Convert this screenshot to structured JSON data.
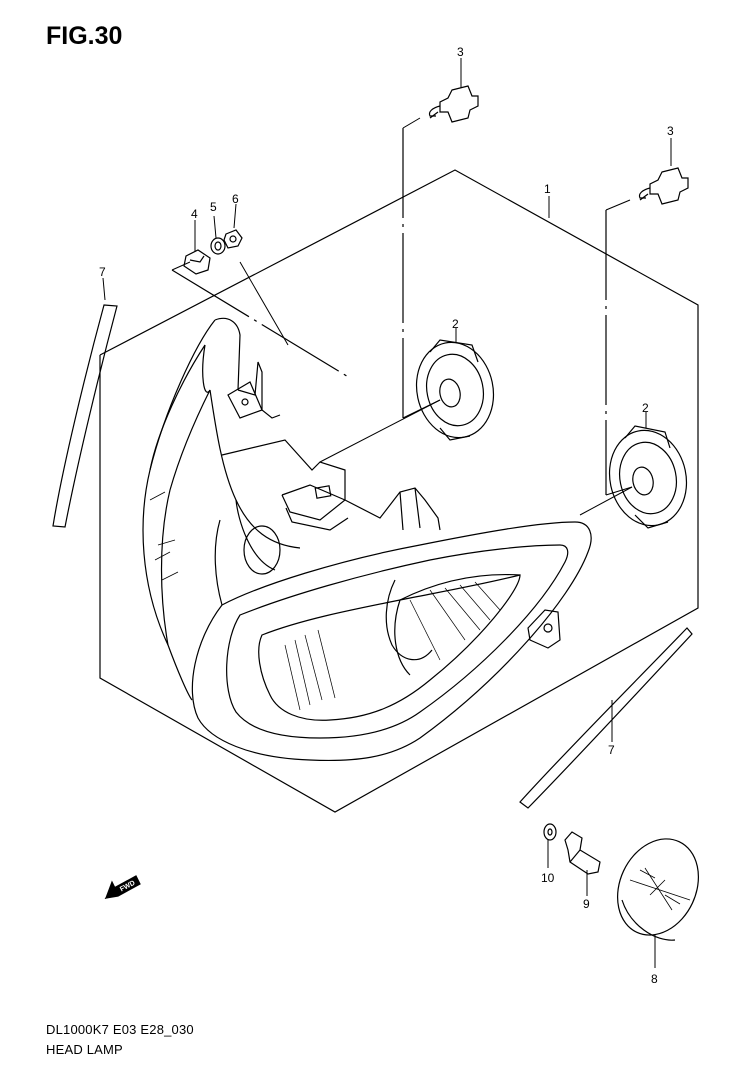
{
  "figure": {
    "title": "FIG.30",
    "code": "DL1000K7 E03 E28_030",
    "name": "HEAD LAMP",
    "fwd_label": "FWD"
  },
  "callouts": [
    {
      "id": "c1",
      "label": "1"
    },
    {
      "id": "c2a",
      "label": "2"
    },
    {
      "id": "c2b",
      "label": "2"
    },
    {
      "id": "c3a",
      "label": "3"
    },
    {
      "id": "c3b",
      "label": "3"
    },
    {
      "id": "c4",
      "label": "4"
    },
    {
      "id": "c5",
      "label": "5"
    },
    {
      "id": "c6",
      "label": "6"
    },
    {
      "id": "c7a",
      "label": "7"
    },
    {
      "id": "c7b",
      "label": "7"
    },
    {
      "id": "c8",
      "label": "8"
    },
    {
      "id": "c9",
      "label": "9"
    },
    {
      "id": "c10",
      "label": "10"
    }
  ]
}
